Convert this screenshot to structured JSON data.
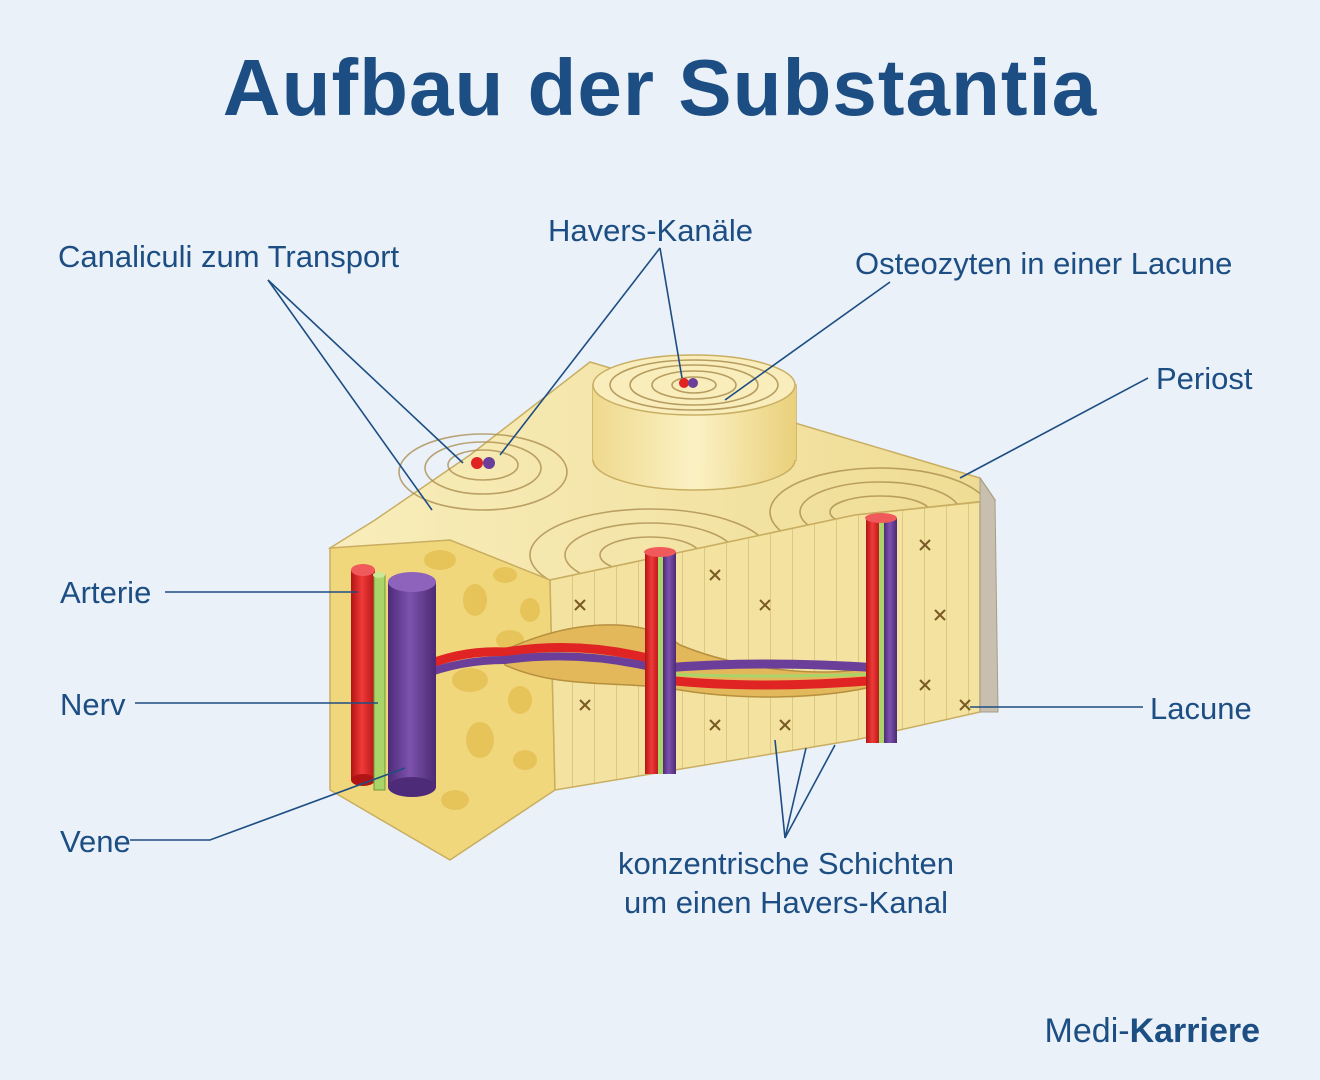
{
  "title": "Aufbau der Substantia",
  "labels": {
    "canaliculi": "Canaliculi zum Transport",
    "havers_kanaele": "Havers-Kanäle",
    "osteozyten": "Osteozyten in einer Lacune",
    "periost": "Periost",
    "arterie": "Arterie",
    "nerv": "Nerv",
    "vene": "Vene",
    "lacune": "Lacune",
    "schichten_line1": "konzentrische Schichten",
    "schichten_line2": "um einen Havers-Kanal"
  },
  "brand": {
    "part1": "Medi-",
    "part2": "Karriere"
  },
  "colors": {
    "background": "#eaf1f8",
    "text": "#1d4e83",
    "bone": "#f5e6a2",
    "bone_dark": "#e8cf6f",
    "artery": "#e02424",
    "vein": "#6b3f99",
    "nerve": "#a9d46a",
    "periost": "#c8bfae"
  }
}
